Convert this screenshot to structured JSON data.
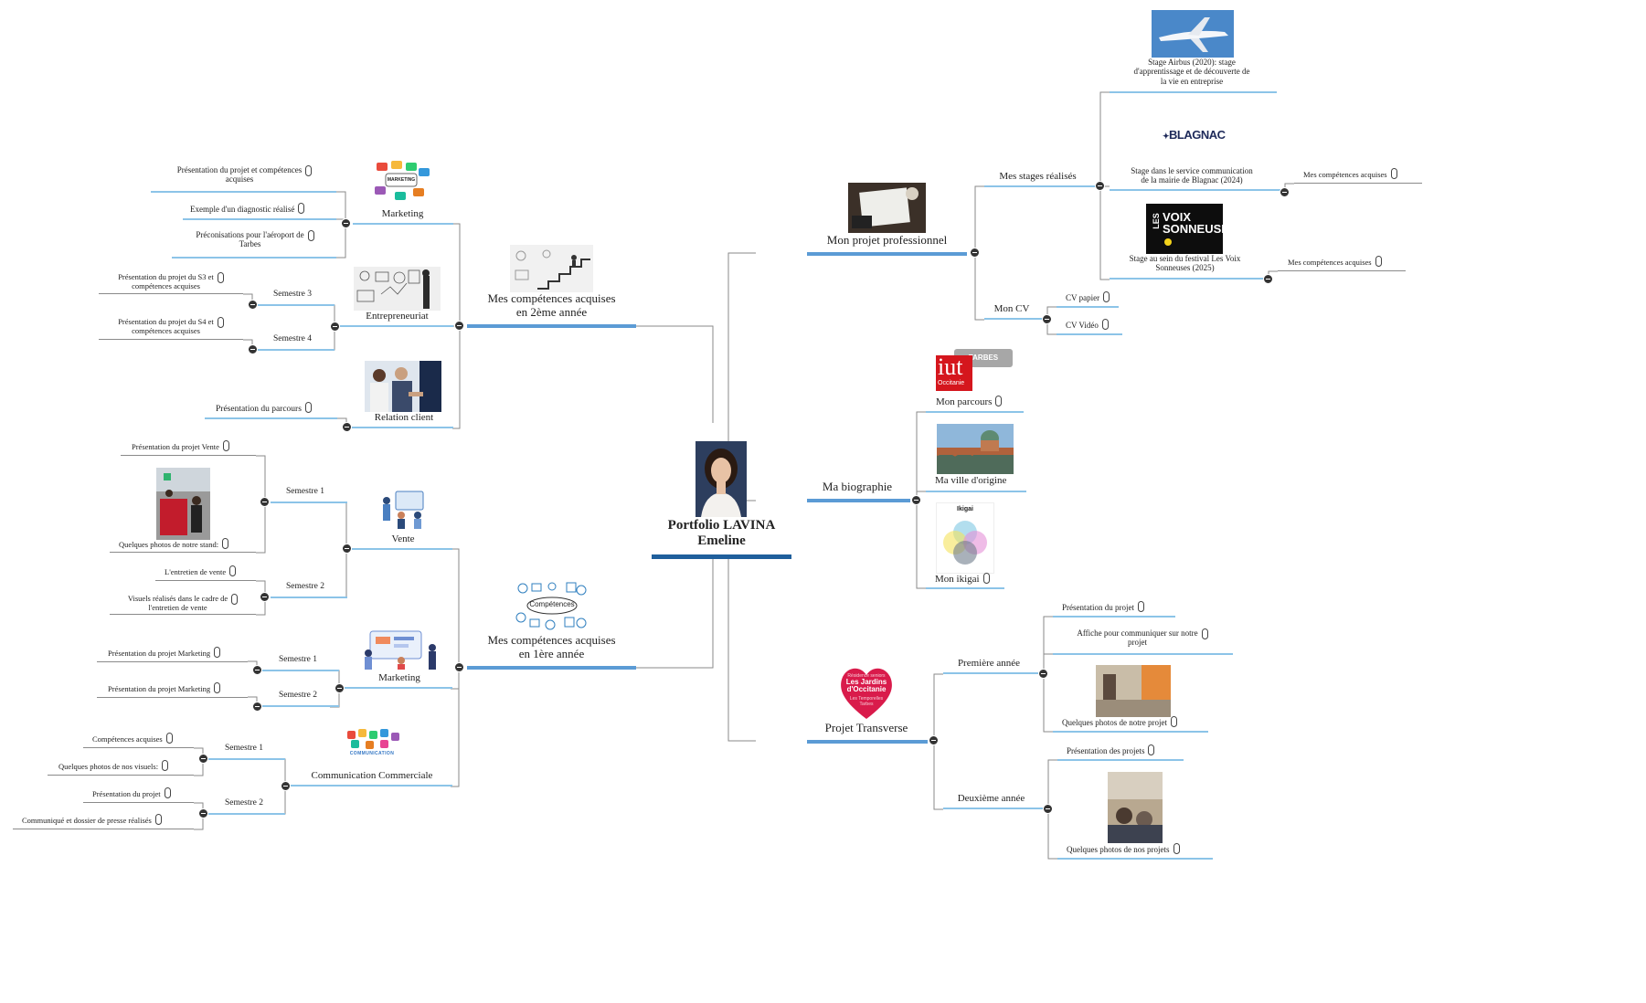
{
  "root": {
    "label": "Portfolio LAVINA\nEmeline"
  },
  "left": {
    "comp2": {
      "label": "Mes compétences acquises\nen 2ème année",
      "marketing": {
        "label": "Marketing",
        "items": [
          "Présentation du projet et compétences\nacquises",
          "Exemple d'un diagnostic réalisé",
          "Préconisations pour l'aéroport de\nTarbes"
        ]
      },
      "entrepreneuriat": {
        "label": "Entrepreneuriat",
        "s3": {
          "label": "Semestre 3",
          "item": "Présentation du projet du S3 et\ncompétences acquises"
        },
        "s4": {
          "label": "Semestre 4",
          "item": "Présentation du projet du S4 et\ncompétences acquises"
        }
      },
      "relation": {
        "label": "Relation client",
        "item": "Présentation du parcours"
      }
    },
    "comp1": {
      "label": "Mes compétences acquises\nen 1ère année",
      "vente": {
        "label": "Vente",
        "s1": {
          "label": "Semestre 1",
          "items": [
            "Présentation du projet Vente",
            "Quelques photos de notre stand:"
          ]
        },
        "s2": {
          "label": "Semestre 2",
          "items": [
            "L'entretien de vente",
            "Visuels réalisés dans le cadre de\nl'entretien de vente"
          ]
        }
      },
      "marketing": {
        "label": "Marketing",
        "s1": {
          "label": "Semestre 1",
          "item": "Présentation du projet Marketing"
        },
        "s2": {
          "label": "Semestre 2",
          "item": "Présentation du projet Marketing"
        }
      },
      "comm": {
        "label": "Communication Commerciale",
        "s1": {
          "label": "Semestre 1",
          "items": [
            "Compétences acquises",
            "Quelques photos de nos visuels:"
          ]
        },
        "s2": {
          "label": "Semestre 2",
          "items": [
            "Présentation du projet",
            "Communiqué et dossier de presse réalisés"
          ]
        }
      }
    }
  },
  "right": {
    "pro": {
      "label": "Mon projet professionnel",
      "stages": {
        "label": "Mes stages réalisés",
        "airbus": "Stage Airbus (2020): stage\nd'apprentissage et de découverte de\nla vie en entreprise",
        "blagnac": "Stage dans le service communication\nde la mairie de Blagnac (2024)",
        "blagnac_sub": "Mes compétences acquises",
        "voix": "Stage au sein du festival Les Voix\nSonneuses (2025)",
        "voix_sub": "Mes compétences acquises"
      },
      "cv": {
        "label": "Mon CV",
        "items": [
          "CV papier",
          "CV Vidéo"
        ]
      }
    },
    "bio": {
      "label": "Ma biographie",
      "items": [
        "Mon parcours",
        "Ma ville d'origine",
        "Mon ikigai"
      ]
    },
    "transverse": {
      "label": "Projet Transverse",
      "y1": {
        "label": "Première année",
        "items": [
          "Présentation du projet",
          "Affiche pour communiquer sur notre\nprojet",
          "Quelques photos de notre projet"
        ]
      },
      "y2": {
        "label": "Deuxième année",
        "items": [
          "Présentation des projets",
          "Quelques photos de nos projets"
        ]
      }
    }
  },
  "logos": {
    "blagnac": "BLAGNAC",
    "iut": "iut",
    "iut_sub": "Occitanie",
    "tarbes": "TARBES",
    "voix": "VOIX\nSONNEUSES",
    "voix_les": "LES",
    "jardins": "Les Jardins\nd'Occitanie",
    "jardins_top": "Résidence seniors",
    "jardins_sub": "Les Temporelles\nTarbes",
    "comp": "Compétences",
    "com": "COMMUNICATION",
    "marketing": "MARKETING",
    "ikigai": "Ikigai"
  },
  "colors": {
    "root_line": "#1f5f9c",
    "main_line": "#5b9bd5",
    "sub_line": "#8cc4e8",
    "connector": "#888888"
  }
}
